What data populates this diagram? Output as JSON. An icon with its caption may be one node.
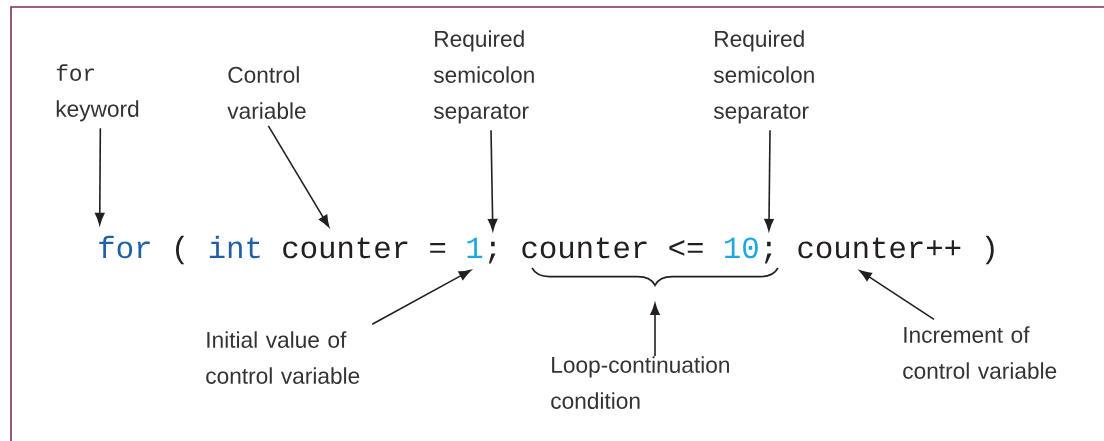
{
  "diagram": {
    "nodes": [
      {
        "text": [
          "for",
          "keyword"
        ]
      },
      {
        "text": [
          "Control variable"
        ]
      },
      {
        "text": [
          "Required semicolon separator"
        ]
      },
      {
        "text": [
          "Required semicolon separator"
        ]
      },
      {
        "text": [
          "for"
        ]
      },
      {
        "text": [
          "("
        ]
      },
      {
        "text": [
          "int"
        ]
      },
      {
        "text": [
          "counter"
        ]
      },
      {
        "text": [
          "="
        ]
      },
      {
        "text": [
          "1"
        ]
      },
      {
        "text": [
          ";"
        ]
      },
      {
        "text": [
          "counter"
        ]
      },
      {
        "text": [
          "<="
        ]
      },
      {
        "text": [
          "10"
        ]
      },
      {
        "text": [
          ";"
        ]
      },
      {
        "text": [
          "counter++"
        ]
      },
      {
        "text": [
          ")"
        ]
      },
      {
        "text": [],
        "shape": "brace"
      },
      {
        "text": [
          "Initial value of control variable"
        ]
      },
      {
        "text": [
          "Loop-continuation condition"
        ]
      },
      {
        "text": [
          "Increment of control variable"
        ]
      }
    ],
    "edges": [
      {
        "from": 0,
        "to": 4,
        "arrow": "to"
      },
      {
        "from": 1,
        "to": 7,
        "arrow": "to"
      },
      {
        "from": 2,
        "to": 10,
        "arrow": "to"
      },
      {
        "from": 3,
        "to": 14,
        "arrow": "to"
      },
      {
        "from": 18,
        "to": 9,
        "arrow": "to"
      },
      {
        "from": 19,
        "to": 17,
        "arrow": "to"
      },
      {
        "from": 20,
        "to": 15,
        "arrow": "to"
      }
    ]
  }
}
